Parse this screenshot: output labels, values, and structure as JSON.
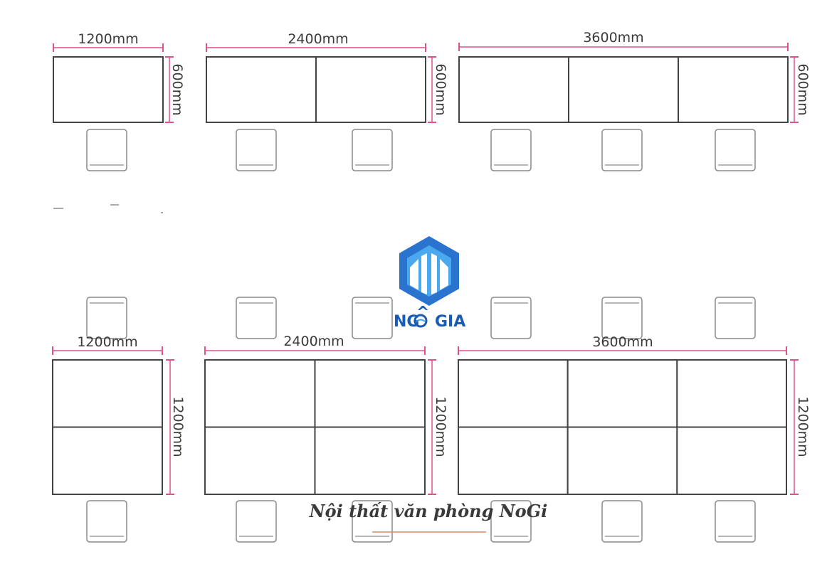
{
  "top_row": {
    "width_labels": [
      "1200mm",
      "2400mm",
      "3600mm"
    ],
    "depth_label": "600mm"
  },
  "bottom_row": {
    "width_labels": [
      "1200mm",
      "2400mm",
      "3600mm"
    ],
    "depth_label": "1200mm"
  },
  "logo": {
    "text_left": "NG",
    "text_right": "GIA"
  },
  "caption": "Nội thất văn phòng NoGi",
  "colors": {
    "dimension_line": "#e0508a",
    "desk_outline": "#444444",
    "chair_outline": "#8a8a8a",
    "logo_blue_dark": "#1a5bb5",
    "logo_blue_light": "#3aa0e6",
    "caption_underline": "#d98a6a"
  }
}
